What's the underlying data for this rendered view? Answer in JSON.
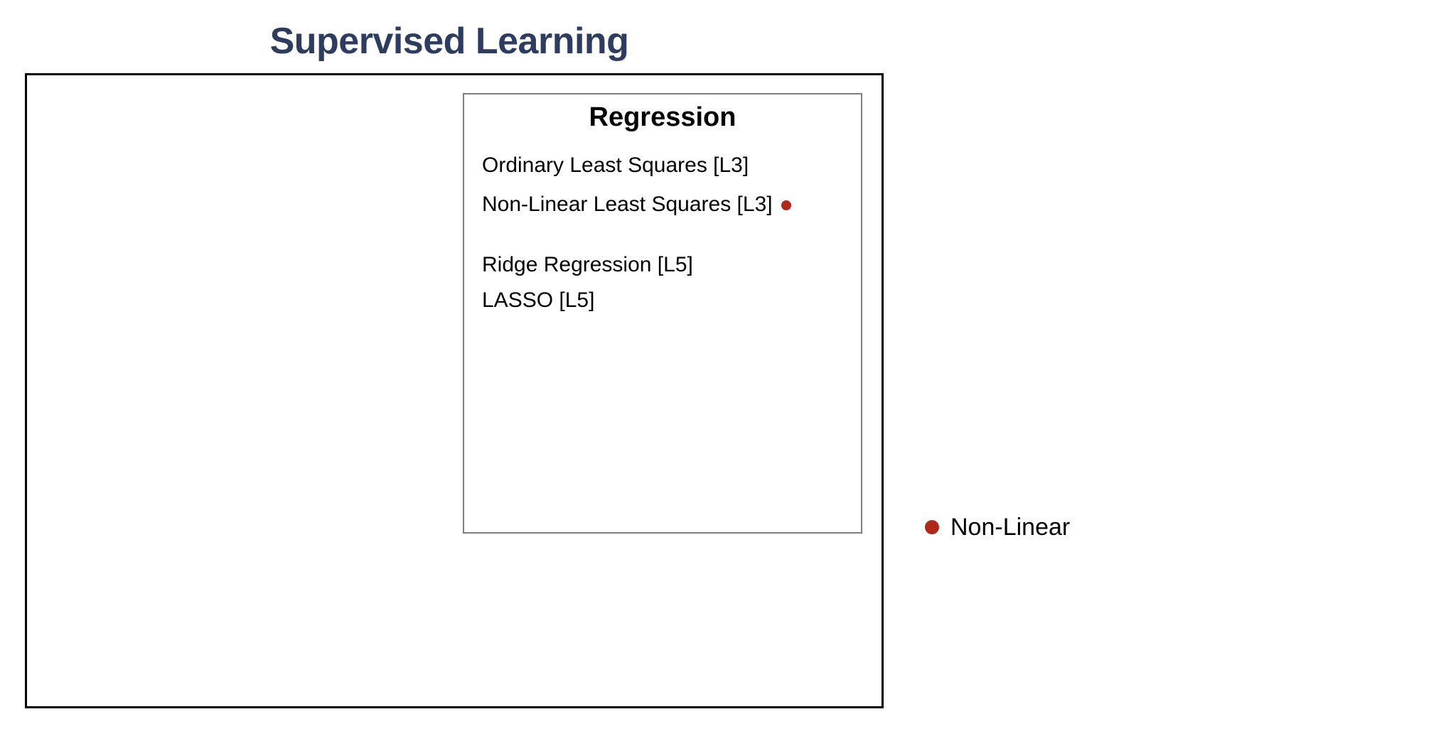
{
  "page": {
    "title": "Supervised Learning"
  },
  "colors": {
    "title_text": "#2D3C5F",
    "marker_red": "#B0281A",
    "outer_border": "#000000",
    "inner_border": "#7F7F7F",
    "body_text": "#000000",
    "background": "#FFFFFF"
  },
  "regression": {
    "heading": "Regression",
    "items": [
      {
        "label": "Ordinary Least Squares [L3]",
        "non_linear": false
      },
      {
        "label": "Non-Linear Least Squares [L3]",
        "non_linear": true
      },
      {
        "label": "Ridge Regression [L5]",
        "non_linear": false
      },
      {
        "label": "LASSO [L5]",
        "non_linear": false
      }
    ]
  },
  "legend": {
    "items": [
      {
        "label": "Non-Linear",
        "marker": "red-dot-icon",
        "color": "#B0281A"
      }
    ]
  }
}
